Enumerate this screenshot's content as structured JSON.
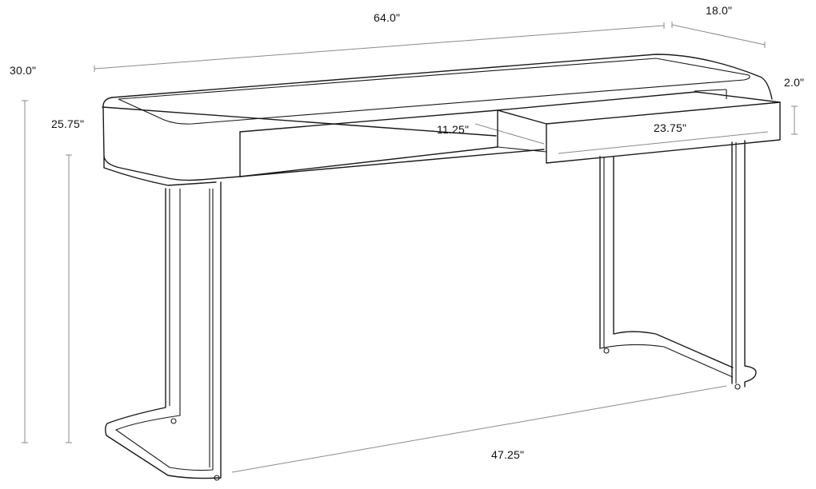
{
  "diagram": {
    "type": "product dimension drawing",
    "subject": "console desk with pull-out drawer",
    "dimensions": {
      "overall_width": "64.0\"",
      "overall_depth": "18.0\"",
      "overall_height": "30.0\"",
      "clearance_height": "25.75\"",
      "drawer_height": "2.0\"",
      "drawer_width": "23.75\"",
      "drawer_depth": "11.25\"",
      "leg_span": "47.25\""
    },
    "colors": {
      "line": "#1a1a1a",
      "dimension_line": "#8a8a8a",
      "background": "#ffffff"
    }
  }
}
